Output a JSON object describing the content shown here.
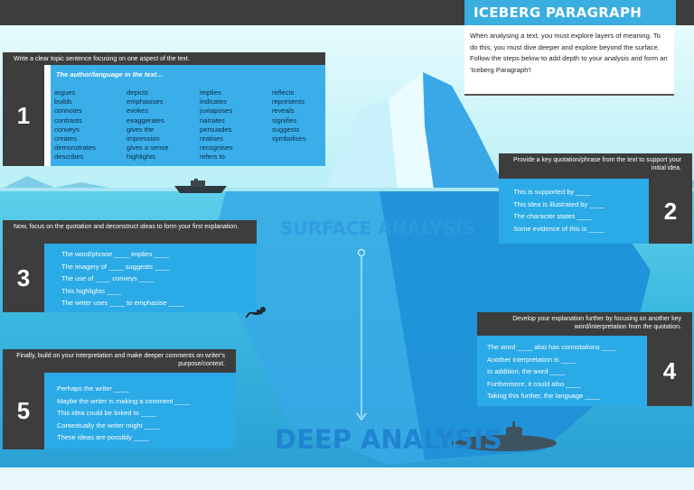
{
  "title": "ICEBERG PARAGRAPH",
  "intro": "When analysing a text, you must explore layers of meaning. To do this, you must dive deeper and explore beyond the surface. Follow the steps below to add depth to your analysis and form an 'Iceberg Paragraph'!",
  "surface_label": "SURFACE ANALYSIS",
  "deep_label": "DEEP ANALYSIS",
  "icons": [
    "cloud-icon",
    "boat-icon",
    "diver-icon",
    "submarine-icon"
  ],
  "steps": {
    "s1": {
      "number": "1",
      "heading": "Write a clear topic sentence focusing on one aspect of the text.",
      "words_title": "The author/language in the text…",
      "columns": [
        [
          "argues",
          "builds",
          "connotes",
          "contrasts",
          "conveys",
          "creates",
          "demonstrates",
          "describes"
        ],
        [
          "depicts",
          "emphasises",
          "evokes",
          "exaggerates",
          "gives the",
          "impression",
          "gives a sense",
          "highlights"
        ],
        [
          "implies",
          "indicates",
          "juxtaposes",
          "narrates",
          "persuades",
          "realises",
          "recognises",
          "refers to"
        ],
        [
          "reflects",
          "represents",
          "reveals",
          "signifies",
          "suggests",
          "symbolises"
        ]
      ]
    },
    "s2": {
      "number": "2",
      "heading": "Provide a key quotation/phrase from the text to support your initial idea.",
      "lines": [
        "This is supported by ____",
        "This idea is illustrated by ____",
        "The character states ____",
        "Some evidence of this is ____"
      ]
    },
    "s3": {
      "number": "3",
      "heading": "Now, focus on the quotation and deconstruct ideas to form your first explanation.",
      "lines": [
        "The word/phrase ____ implies ____",
        "The imagery of ____ suggests ____",
        "The use of ____ conveys ____",
        "This highlights ____",
        "The writer uses ____ to emphasise ____"
      ]
    },
    "s4": {
      "number": "4",
      "heading": "Develop your explanation further by focusing on another key word/interpretation from the quotation.",
      "lines": [
        "The word ____ also has connotations ____",
        "Another interpretation is ____",
        "In addition, the word ____",
        "Furthermore, it could also ____",
        "Taking this further, the language ____"
      ]
    },
    "s5": {
      "number": "5",
      "heading": "Finally, build on your interpretation and make deeper comments on writer's purpose/context.",
      "lines": [
        "Perhaps the writer ____",
        "Maybe the writer is making a comment ____",
        "This idea could be linked to ____",
        "Contextually the writer might ____",
        "These ideas are possibly ____"
      ]
    }
  }
}
